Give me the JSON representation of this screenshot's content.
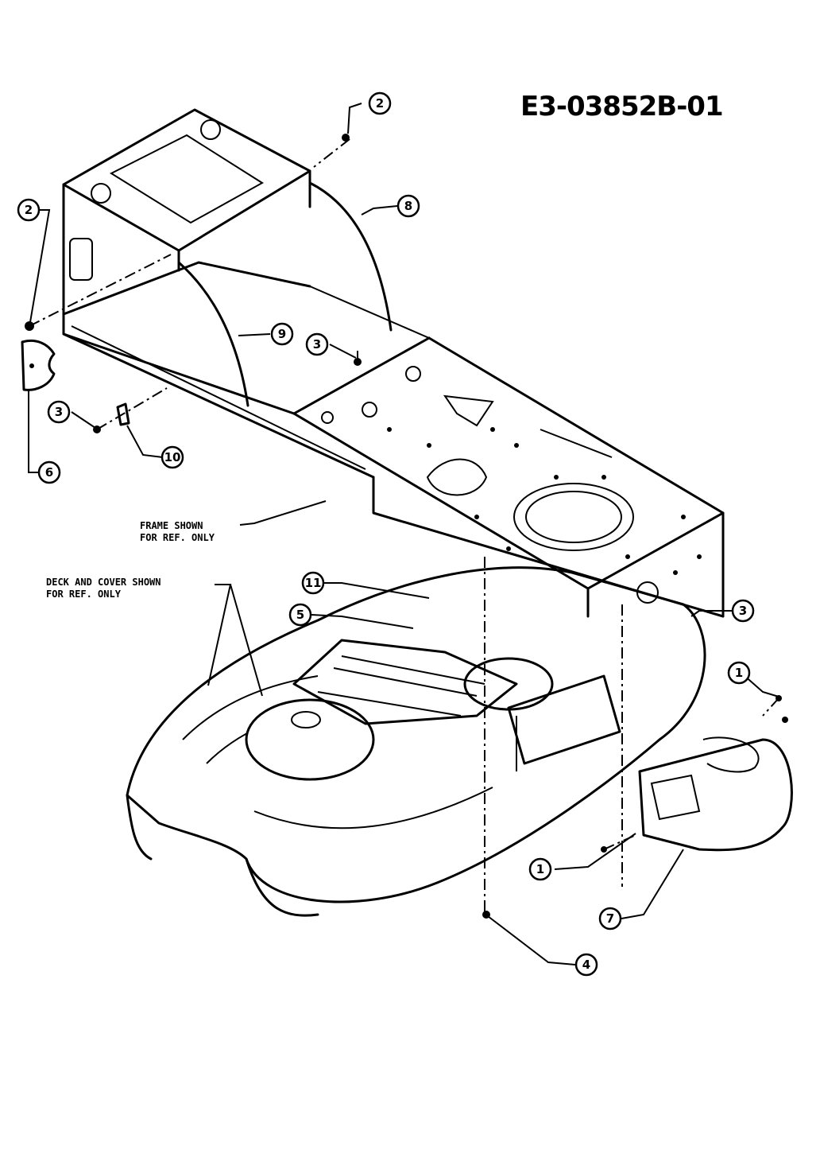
{
  "diagram": {
    "code": "E3-03852B-01",
    "notes": {
      "frame": [
        "FRAME SHOWN",
        "FOR REF. ONLY"
      ],
      "deck": [
        "DECK AND COVER SHOWN",
        "FOR REF. ONLY"
      ]
    },
    "callouts": [
      "2",
      "2",
      "8",
      "9",
      "3",
      "3",
      "6",
      "10",
      "11",
      "5",
      "3",
      "1",
      "1",
      "7",
      "4"
    ]
  }
}
